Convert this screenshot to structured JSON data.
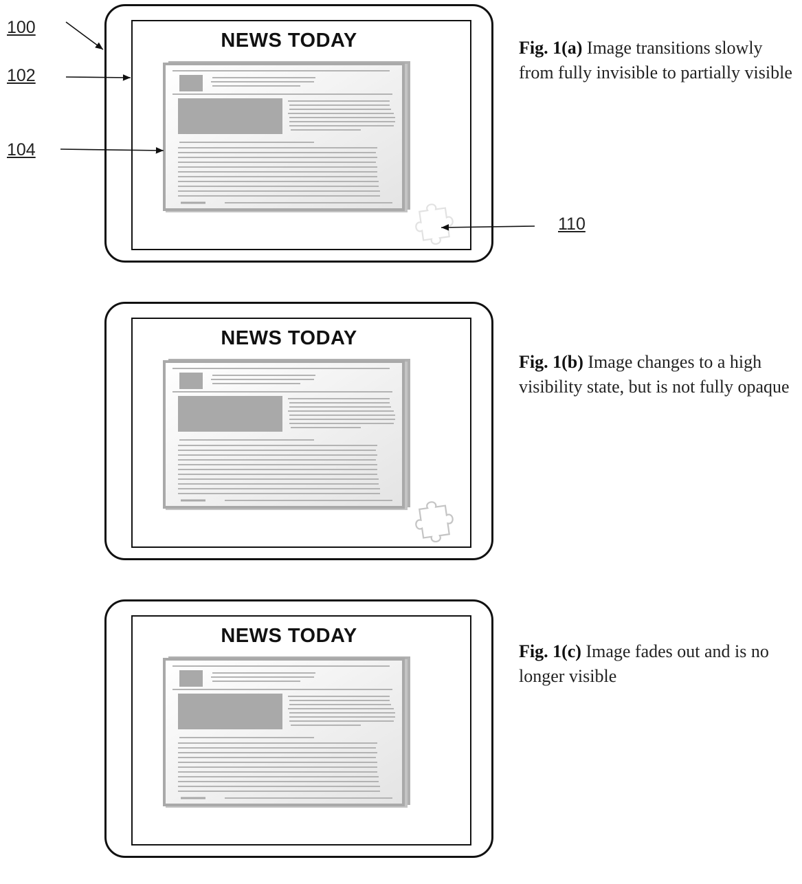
{
  "figures": [
    {
      "headline": "NEWS TODAY",
      "caption_bold": "Fig. 1(a)",
      "caption_text": " Image transitions slowly from fully invisible to partially visible",
      "puzzle_visibility": "partially visible"
    },
    {
      "headline": "NEWS TODAY",
      "caption_bold": "Fig. 1(b)",
      "caption_text": " Image changes to a high visibility state, but is not fully opaque",
      "puzzle_visibility": "high visibility"
    },
    {
      "headline": "NEWS TODAY",
      "caption_bold": "Fig. 1(c)",
      "caption_text": " Image fades out and is no longer visible",
      "puzzle_visibility": "not visible"
    }
  ],
  "reference_labels": {
    "device": "100",
    "screen": "102",
    "article": "104",
    "overlay_image": "110"
  },
  "colors": {
    "line": "#111111",
    "article_gray": "#a9a9a9",
    "puzzle_a": "#e2e2e2",
    "puzzle_b": "#c4c4c4"
  }
}
